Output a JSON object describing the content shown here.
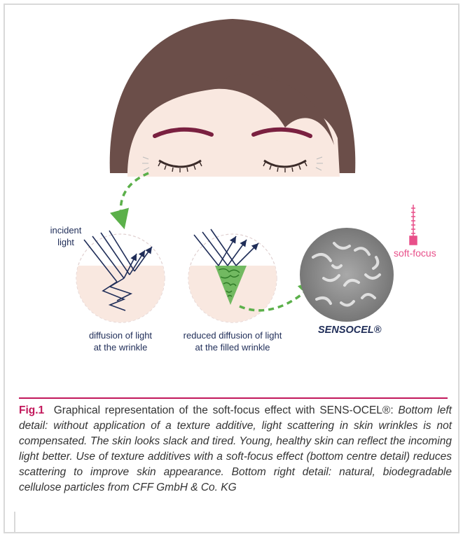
{
  "labels": {
    "incident": "incident\nlight",
    "diffusion_wrinkle": "diffusion of light\nat the wrinkle",
    "reduced_diffusion": "reduced diffusion of light\nat the filled wrinkle",
    "brand": "SENSOCEL®",
    "soft_focus": "soft-focus"
  },
  "caption": {
    "fig_label": "Fig.1",
    "text_normal": "Graphical representation of the soft-focus effect with SENS-OCEL®:",
    "text_italic": "Bottom left detail: without application of a texture additive, light scattering in skin wrinkles is not compensated. The skin looks slack and tired. Young, healthy skin can reflect the incoming light better. Use of texture additives with a soft-focus effect (bottom centre detail) reduces scattering to improve skin appearance. Bottom right detail: natural, biodegradable cellulose particles from CFF GmbH & Co. KG"
  },
  "colors": {
    "accent": "#c2185b",
    "navy": "#1f2d58",
    "hair": "#6b4e49",
    "skin": "#f9e8e0",
    "green": "#5bb04a",
    "pink": "#e8508a"
  },
  "icons": [
    "zipper-icon"
  ]
}
